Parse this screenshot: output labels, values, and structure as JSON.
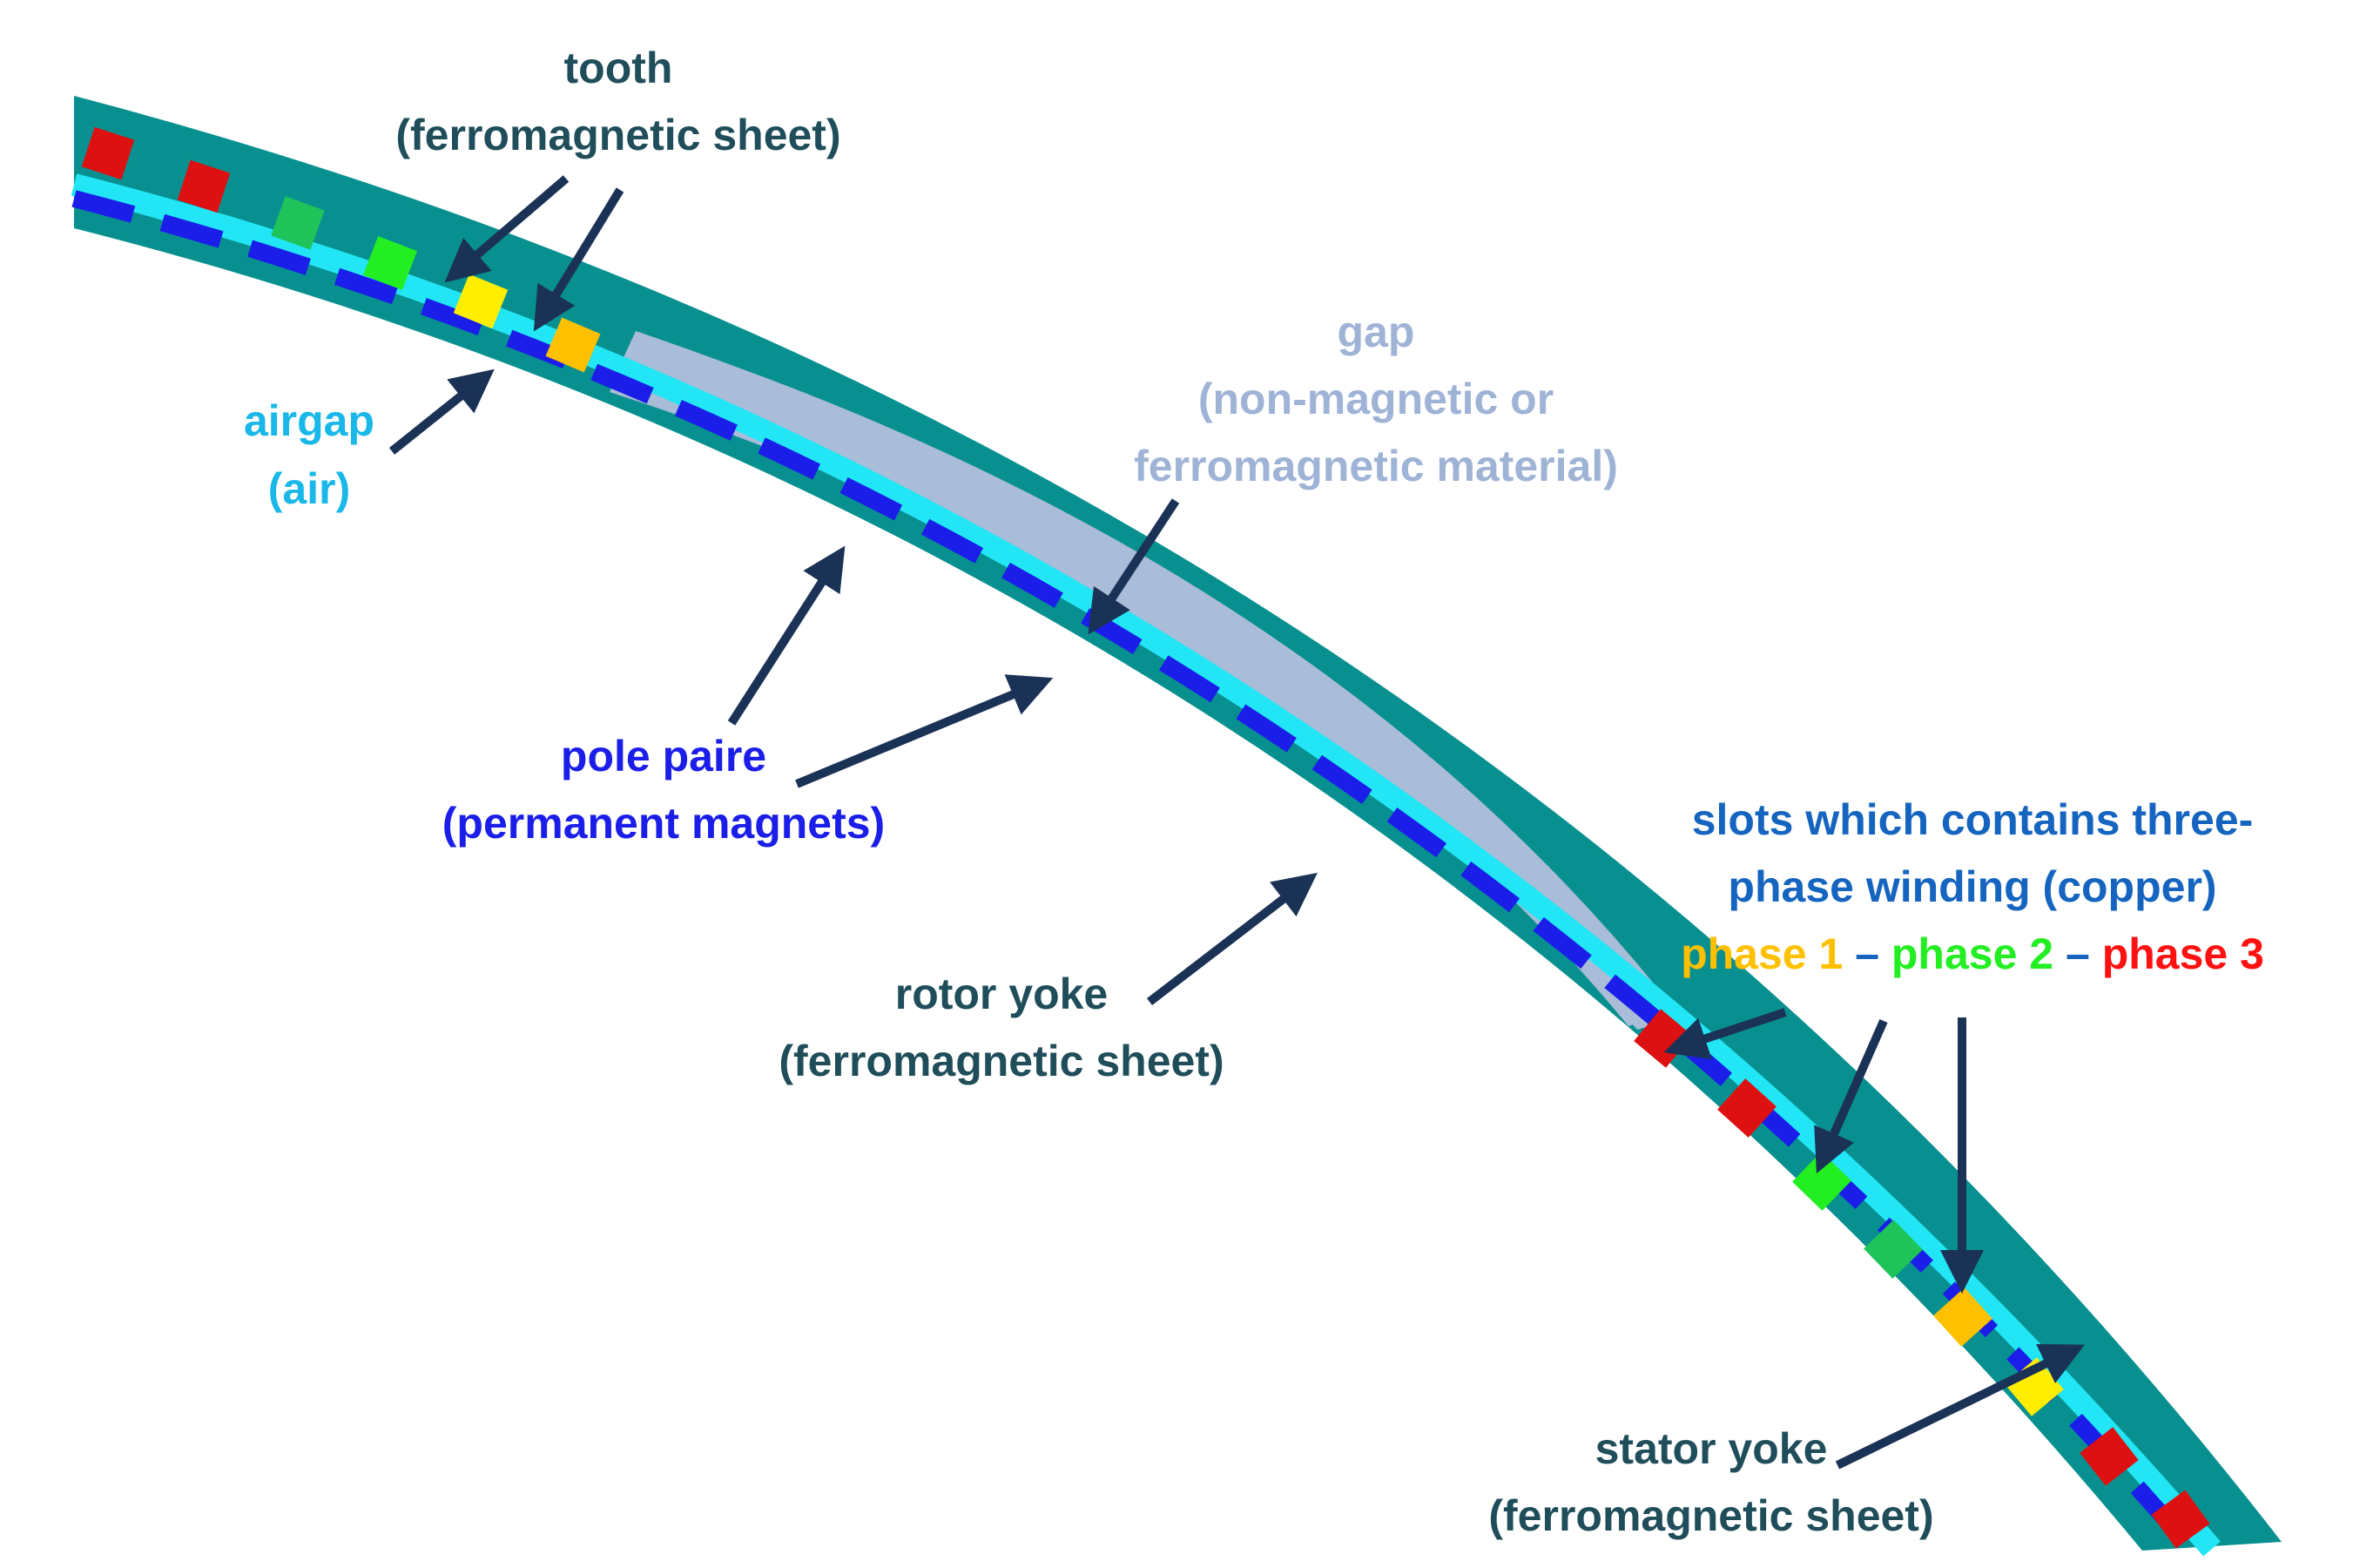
{
  "colors": {
    "stator": "#089090",
    "gap_region": "#a9bcd8",
    "airgap": "#22e6f5",
    "magnet": "#1a1ee8",
    "arrow": "#1b3257",
    "label_dark": "#1f4e5a",
    "label_airgap": "#1ab8e8",
    "label_gap": "#9fb3d6",
    "label_pole": "#1a1ee8",
    "label_slots": "#1565c0",
    "phase1": "#ffc000",
    "phase2": "#22ee22",
    "phase3": "#ff1111",
    "slot_red": "#dd1111",
    "slot_green_dark": "#1ec45a",
    "slot_green": "#22ee22",
    "slot_yellow": "#ffee00",
    "slot_orange": "#ffc000"
  },
  "labels": {
    "tooth_line1": "tooth",
    "tooth_line2": "(ferromagnetic sheet)",
    "airgap_line1": "airgap",
    "airgap_line2": "(air)",
    "gap_line1": "gap",
    "gap_line2": "(non-magnetic or",
    "gap_line3": "ferromagnetic  material)",
    "pole_line1": "pole paire",
    "pole_line2": "(permanent magnets)",
    "rotor_line1": "rotor yoke",
    "rotor_line2": "(ferromagnetic sheet)",
    "slots_line1": "slots which contains three-",
    "slots_line2": "phase winding (copper)",
    "phase1": "phase 1",
    "phase2": "phase 2",
    "phase3": "phase 3",
    "dash": "–",
    "stator_line1": "stator yoke",
    "stator_line2": "(ferromagnetic sheet)"
  }
}
